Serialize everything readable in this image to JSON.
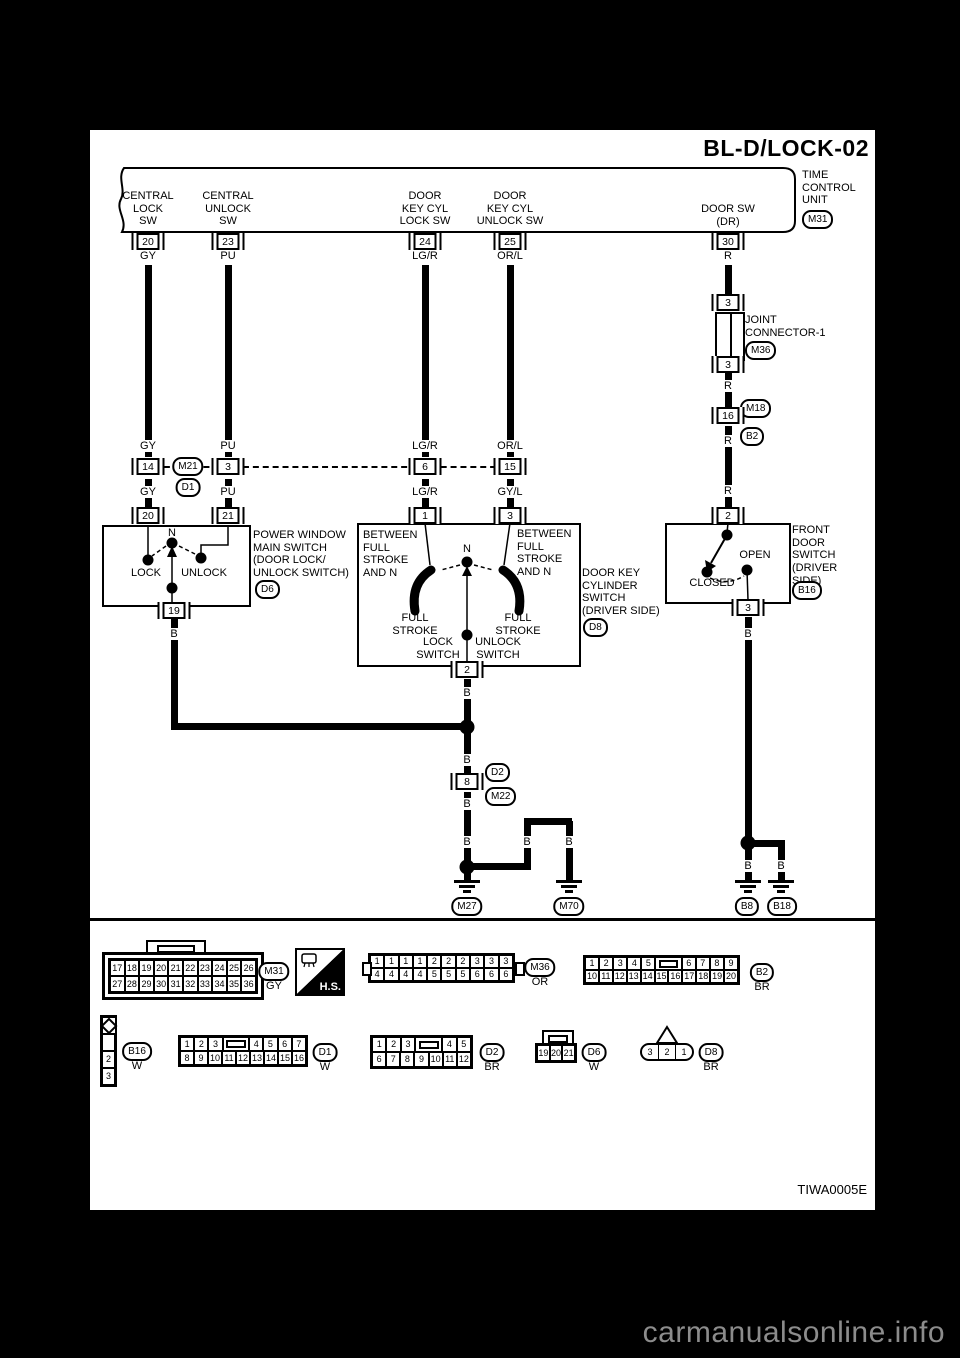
{
  "title": "BL-D/LOCK-02",
  "diagram_code": "TIWA0005E",
  "watermark": "carmanualsonline.info",
  "colors": {
    "background": "#000000",
    "page": "#ffffff",
    "ink": "#000000",
    "watermark": "#8c8c8c"
  },
  "wire_labels": {
    "b": "B",
    "r": "R"
  },
  "tcu": {
    "label": "TIME\nCONTROL\nUNIT",
    "id": "M31",
    "terminals": [
      {
        "label": "CENTRAL\nLOCK\nSW",
        "pin": "20",
        "wire": "GY"
      },
      {
        "label": "CENTRAL\nUNLOCK\nSW",
        "pin": "23",
        "wire": "PU"
      },
      {
        "label": "DOOR\nKEY CYL\nLOCK SW",
        "pin": "24",
        "wire": "LG/R"
      },
      {
        "label": "DOOR\nKEY CYL\nUNLOCK SW",
        "pin": "25",
        "wire": "OR/L"
      },
      {
        "label": "DOOR SW\n(DR)",
        "pin": "30",
        "wire": "R"
      }
    ]
  },
  "joint": {
    "label": "JOINT\nCONNECTOR-1",
    "id": "M36",
    "pin_top": "3",
    "pin_bottom": "3"
  },
  "m18": {
    "id": "M18"
  },
  "b2_inline": {
    "id": "B2",
    "pin": "16"
  },
  "splice": {
    "id_top": "M21",
    "id_bottom": "D1",
    "pins": [
      "14",
      "3",
      "6",
      "15"
    ],
    "wires_above": [
      "GY",
      "PU",
      "LG/R",
      "OR/L"
    ],
    "wires_below": [
      "GY",
      "PU",
      "LG/R",
      "GY/L"
    ]
  },
  "pw_switch": {
    "label": "POWER WINDOW\nMAIN SWITCH\n(DOOR LOCK/\n UNLOCK SWITCH)",
    "id": "D6",
    "pin_left": "20",
    "pin_right": "21",
    "pin_bottom": "19",
    "n": "N",
    "lock": "LOCK",
    "unlock": "UNLOCK"
  },
  "key_cyl": {
    "label": "DOOR KEY\nCYLINDER\nSWITCH\n(DRIVER SIDE)",
    "id": "D8",
    "pin_left": "1",
    "pin_right": "3",
    "pin_bottom": "2",
    "between_left": "BETWEEN\nFULL\nSTROKE\nAND N",
    "between_right": "BETWEEN\nFULL\nSTROKE\nAND N",
    "n": "N",
    "full_left": "FULL\nSTROKE",
    "full_right": "FULL\nSTROKE",
    "lock_sw": "LOCK\nSWITCH",
    "unlock_sw": "UNLOCK\nSWITCH"
  },
  "door_switch": {
    "label": "FRONT\nDOOR\nSWITCH\n(DRIVER\n SIDE)",
    "id": "B16",
    "pin_top": "2",
    "pin_bottom": "3",
    "open": "OPEN",
    "closed": "CLOSED"
  },
  "mid": {
    "pin": "8",
    "top_id": "D2",
    "bottom_id": "M22"
  },
  "grounds": {
    "m27": "M27",
    "m70": "M70",
    "b8": "B8",
    "b18": "B18"
  },
  "pinouts": {
    "hs": "H.S.",
    "m31": {
      "id": "M31",
      "color": "GY",
      "rows": [
        [
          "17",
          "18",
          "19",
          "20",
          "21",
          "22",
          "23",
          "24",
          "25",
          "26"
        ],
        [
          "27",
          "28",
          "29",
          "30",
          "31",
          "32",
          "33",
          "34",
          "35",
          "36"
        ]
      ]
    },
    "m36": {
      "id": "M36",
      "color": "OR",
      "rows": [
        [
          "1",
          "1",
          "1",
          "1",
          "2",
          "2",
          "2",
          "3",
          "3",
          "3"
        ],
        [
          "4",
          "4",
          "4",
          "4",
          "5",
          "5",
          "5",
          "6",
          "6",
          "6"
        ]
      ]
    },
    "b2": {
      "id": "B2",
      "color": "BR",
      "rows": [
        [
          "1",
          "2",
          "3",
          "4",
          "5",
          "#s",
          "6",
          "7",
          "8",
          "9"
        ],
        [
          "10",
          "11",
          "12",
          "13",
          "14",
          "15",
          "16",
          "17",
          "18",
          "19",
          "20"
        ]
      ]
    },
    "b16": {
      "id": "B16",
      "color": "W",
      "rows": [
        [
          "#d"
        ],
        [
          ""
        ],
        [
          "2"
        ],
        [
          "3"
        ]
      ]
    },
    "d1": {
      "id": "D1",
      "color": "W",
      "rows": [
        [
          "1",
          "2",
          "3",
          "#s",
          "4",
          "5",
          "6",
          "7"
        ],
        [
          "8",
          "9",
          "10",
          "11",
          "12",
          "13",
          "14",
          "15",
          "16"
        ]
      ]
    },
    "d2": {
      "id": "D2",
      "color": "BR",
      "rows": [
        [
          "1",
          "2",
          "3",
          "#s",
          "4",
          "5"
        ],
        [
          "6",
          "7",
          "8",
          "9",
          "10",
          "11",
          "12"
        ]
      ]
    },
    "d6": {
      "id": "D6",
      "color": "W",
      "rows": [
        [
          "19",
          "20",
          "21"
        ]
      ]
    },
    "d8": {
      "id": "D8",
      "color": "BR",
      "rows": [
        [
          "3",
          "2",
          "1"
        ]
      ]
    }
  }
}
